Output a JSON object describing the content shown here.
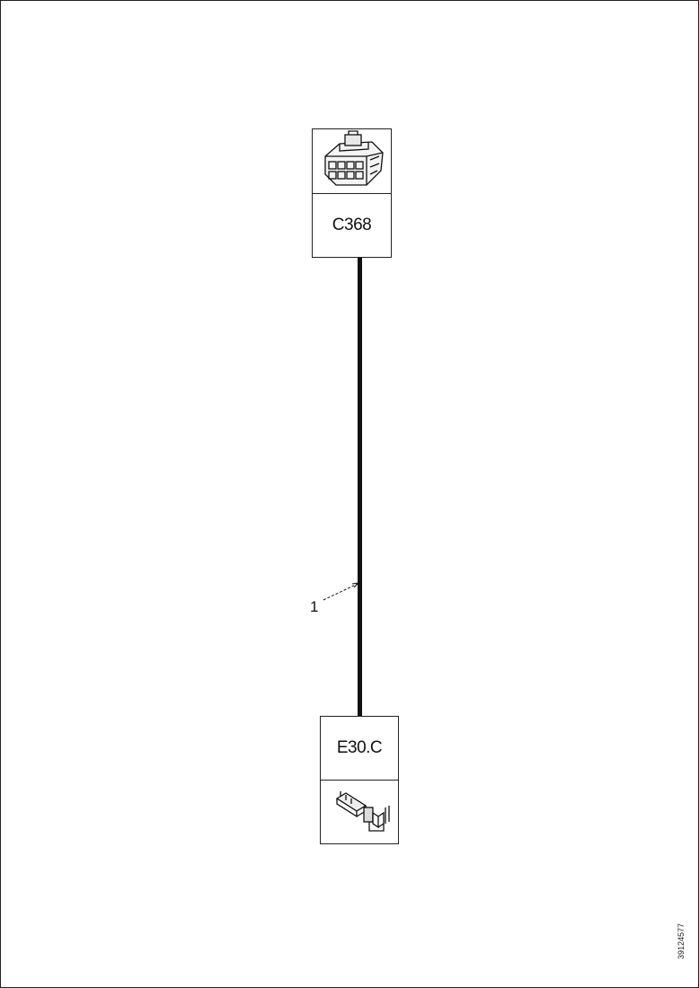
{
  "diagram": {
    "top_connector": {
      "label": "C368",
      "icon": "multi-pin-connector-icon"
    },
    "bottom_terminal": {
      "label": "E30.C",
      "icon": "ring-terminal-icon"
    },
    "wire": {
      "callout": "1"
    },
    "document_id": "39124577"
  }
}
